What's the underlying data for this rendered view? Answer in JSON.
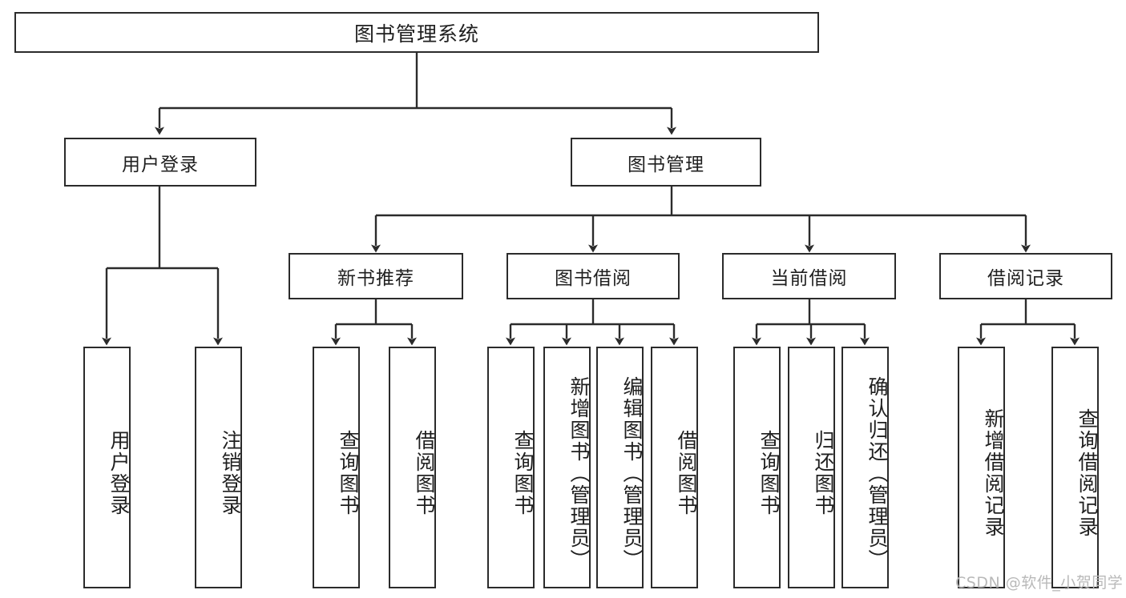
{
  "diagram": {
    "type": "tree",
    "title": "图书管理系统",
    "root": {
      "label": "图书管理系统"
    },
    "level1": [
      {
        "label": "用户登录"
      },
      {
        "label": "图书管理"
      }
    ],
    "level2": [
      {
        "label": "新书推荐"
      },
      {
        "label": "图书借阅"
      },
      {
        "label": "当前借阅"
      },
      {
        "label": "借阅记录"
      }
    ],
    "leaves": {
      "user_login": [
        {
          "label": "用户登录"
        },
        {
          "label": "注销登录"
        }
      ],
      "new_book_recommend": [
        {
          "label": "查询图书"
        },
        {
          "label": "借阅图书"
        }
      ],
      "book_borrow": [
        {
          "label": "查询图书"
        },
        {
          "label": "新增图书（管理员）"
        },
        {
          "label": "编辑图书（管理员）"
        },
        {
          "label": "借阅图书"
        }
      ],
      "current_borrow": [
        {
          "label": "查询图书"
        },
        {
          "label": "归还图书"
        },
        {
          "label": "确认归还（管理员）"
        }
      ],
      "borrow_records": [
        {
          "label": "新增借阅记录"
        },
        {
          "label": "查询借阅记录"
        }
      ]
    }
  },
  "watermark": {
    "text": "CSDN @软件_小贺同学"
  },
  "colors": {
    "stroke": "#2b2b2b",
    "background": "#ffffff",
    "text": "#1f1f1f",
    "watermark": "#b9b9b9"
  }
}
